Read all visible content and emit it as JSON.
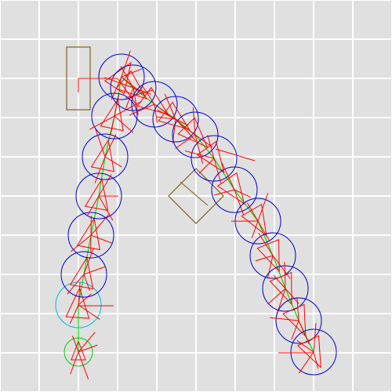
{
  "canvas": {
    "background_color": "#e0e0e0",
    "grid_color": "#ffffff",
    "grid_on": true
  },
  "colors": {
    "path": "#00dd00",
    "pose_circle": "#0000cc",
    "robot_triangle": "#ff0000",
    "sensor_ray": "#ff0000",
    "obstacle": "#806020",
    "start_circle": "#00cc00",
    "start_outer_circle": "#00bbdd"
  },
  "scene": {
    "obstacles": [
      {
        "name": "obstacle-rectangle",
        "shape": "rectangle"
      },
      {
        "name": "obstacle-diamond",
        "shape": "diamond"
      }
    ],
    "pose_count": 20,
    "start_marker": "green-circle",
    "goal_marker": "blue-circle"
  }
}
